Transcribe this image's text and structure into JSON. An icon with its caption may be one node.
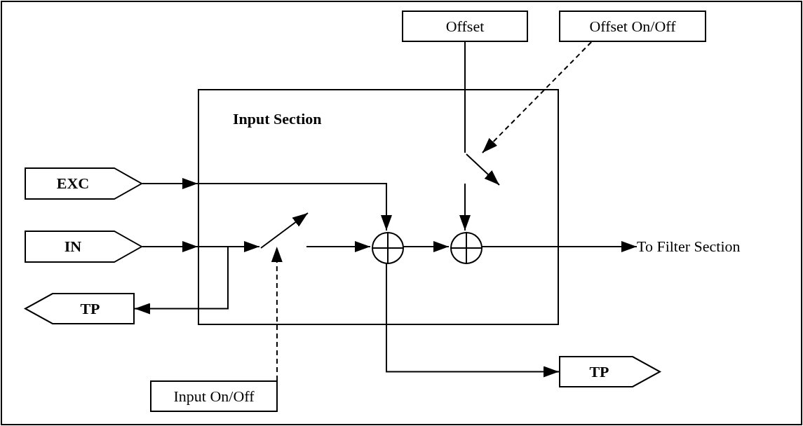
{
  "diagram": {
    "nodes": [
      {
        "text": [
          "Offset"
        ]
      },
      {
        "text": [
          "Offset On/Off"
        ]
      },
      {
        "text": [
          "Input Section"
        ]
      },
      {
        "text": [
          "EXC"
        ]
      },
      {
        "text": [
          "IN"
        ]
      },
      {
        "text": [],
        "shape": "switch",
        "in": 2
      },
      {
        "text": [],
        "shape": "circle",
        "in": 2
      },
      {
        "text": [],
        "shape": "switch",
        "in": 2
      },
      {
        "text": [],
        "shape": "circle",
        "in": 2
      },
      {
        "text": [
          "To Filter Section"
        ]
      },
      {
        "text": [
          "TP"
        ]
      },
      {
        "text": [
          "TP"
        ]
      },
      {
        "text": [
          "Input On/Off"
        ]
      }
    ],
    "edges": [
      {
        "from": 3,
        "to": 6,
        "arrow": "to"
      },
      {
        "from": 4,
        "to": 5,
        "arrow": "to"
      },
      {
        "from": 4,
        "to": 10,
        "arrow": "to"
      },
      {
        "from": 5,
        "to": 6,
        "arrow": "to"
      },
      {
        "from": 6,
        "to": 8,
        "arrow": "to"
      },
      {
        "from": 8,
        "to": 9,
        "arrow": "to"
      },
      {
        "from": 6,
        "to": 11,
        "arrow": "to"
      },
      {
        "from": 0,
        "to": 7,
        "arrow": "none"
      },
      {
        "from": 1,
        "to": 7,
        "arrow": "to",
        "style": "dashed"
      },
      {
        "from": 7,
        "to": 8,
        "arrow": "to"
      },
      {
        "from": 12,
        "to": 5,
        "arrow": "to",
        "style": "dashed"
      }
    ]
  }
}
